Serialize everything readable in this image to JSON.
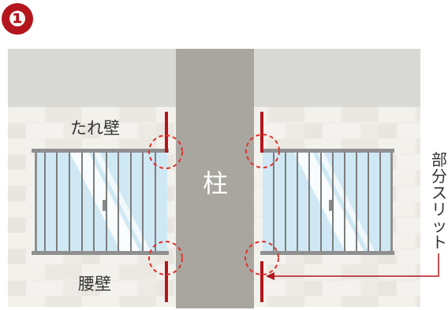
{
  "step_badge": "❶",
  "labels": {
    "top_wall": "たれ壁",
    "bottom_wall": "腰壁",
    "pillar": "柱",
    "slit": "部分スリット"
  },
  "colors": {
    "badge": "#b3161c",
    "slit_line": "#b3161c",
    "dashed_circle": "#e0302a",
    "pillar": "#a9a69f",
    "ceiling": "#d9d9d6",
    "wall": "#efede8",
    "window_glass": "#cfe8f4",
    "window_frame": "#8f8f8f"
  }
}
